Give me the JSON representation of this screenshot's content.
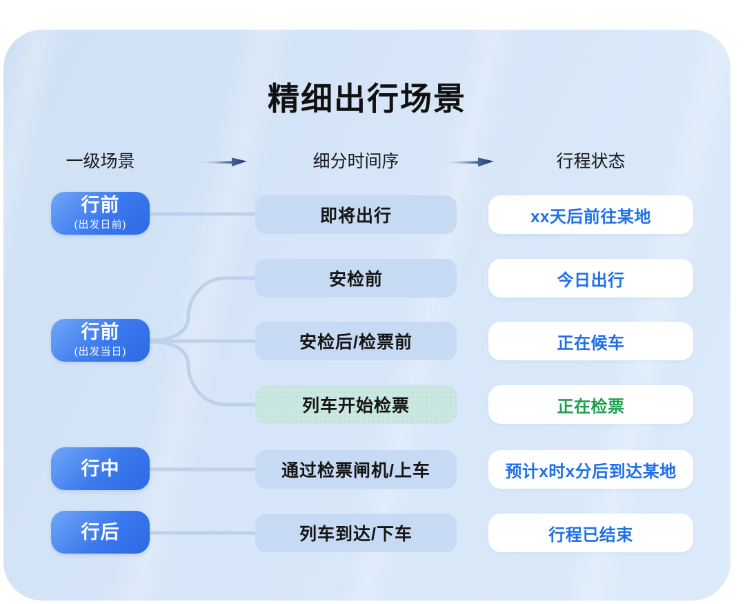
{
  "title": "精细出行场景",
  "columns": {
    "level1": "一级场景",
    "timeline": "细分时间序",
    "status": "行程状态"
  },
  "stages": [
    {
      "label": "行前",
      "sublabel": "(出发日前)"
    },
    {
      "label": "行前",
      "sublabel": "(出发当日)"
    },
    {
      "label": "行中"
    },
    {
      "label": "行后"
    }
  ],
  "phases": [
    {
      "label": "即将出行",
      "status": "xx天后前往某地",
      "highlight": "blue"
    },
    {
      "label": "安检前",
      "status": "今日出行",
      "highlight": "blue"
    },
    {
      "label": "安检后/检票前",
      "status": "正在候车",
      "highlight": "blue"
    },
    {
      "label": "列车开始检票",
      "status": "正在检票",
      "highlight": "green"
    },
    {
      "label": "通过检票闸机/上车",
      "status": "预计x时x分后到达某地",
      "highlight": "blue"
    },
    {
      "label": "列车到达/下车",
      "status": "行程已结束",
      "highlight": "blue"
    }
  ],
  "colors": {
    "card_bg_start": "#cfe0f5",
    "card_bg_end": "#dcebfa",
    "stage_pill_start": "#71a6f6",
    "stage_pill_end": "#2d6ae6",
    "phase_box_blue": "#c7daf3",
    "phase_box_green": "#cbe7e1",
    "status_box": "#ffffff",
    "status_text_blue": "#1f6fe8",
    "status_text_green": "#1f9e50",
    "connector_line": "#bdd0ec",
    "arrow_dark": "#1d3c63",
    "heading_text": "#1a1a1a"
  }
}
